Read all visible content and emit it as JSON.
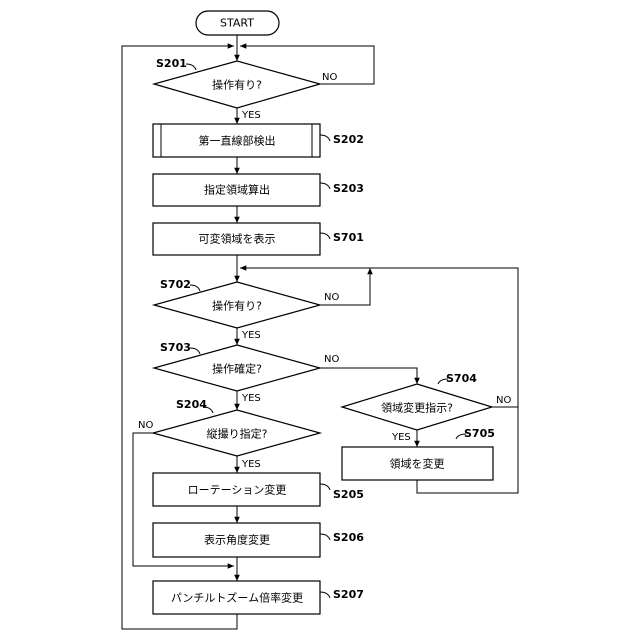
{
  "nodes": {
    "start": "START",
    "s201": "操作有り?",
    "s202": "第一直線部検出",
    "s203": "指定領域算出",
    "s701": "可変領域を表示",
    "s702": "操作有り?",
    "s703": "操作確定?",
    "s704": "領域変更指示?",
    "s705": "領域を変更",
    "s204": "縦撮り指定?",
    "s205": "ローテーション変更",
    "s206": "表示角度変更",
    "s207": "パンチルトズーム倍率変更"
  },
  "step_labels": {
    "s201": "S201",
    "s202": "S202",
    "s203": "S203",
    "s701": "S701",
    "s702": "S702",
    "s703": "S703",
    "s704": "S704",
    "s705": "S705",
    "s204": "S204",
    "s205": "S205",
    "s206": "S206",
    "s207": "S207"
  },
  "edge_labels": {
    "s201_no": "NO",
    "s201_yes": "YES",
    "s702_no": "NO",
    "s702_yes": "YES",
    "s703_no": "NO",
    "s703_yes": "YES",
    "s704_no": "NO",
    "s704_yes": "YES",
    "s204_no": "NO",
    "s204_yes": "YES"
  },
  "colors": {
    "line": "#000000",
    "fill": "#ffffff"
  }
}
